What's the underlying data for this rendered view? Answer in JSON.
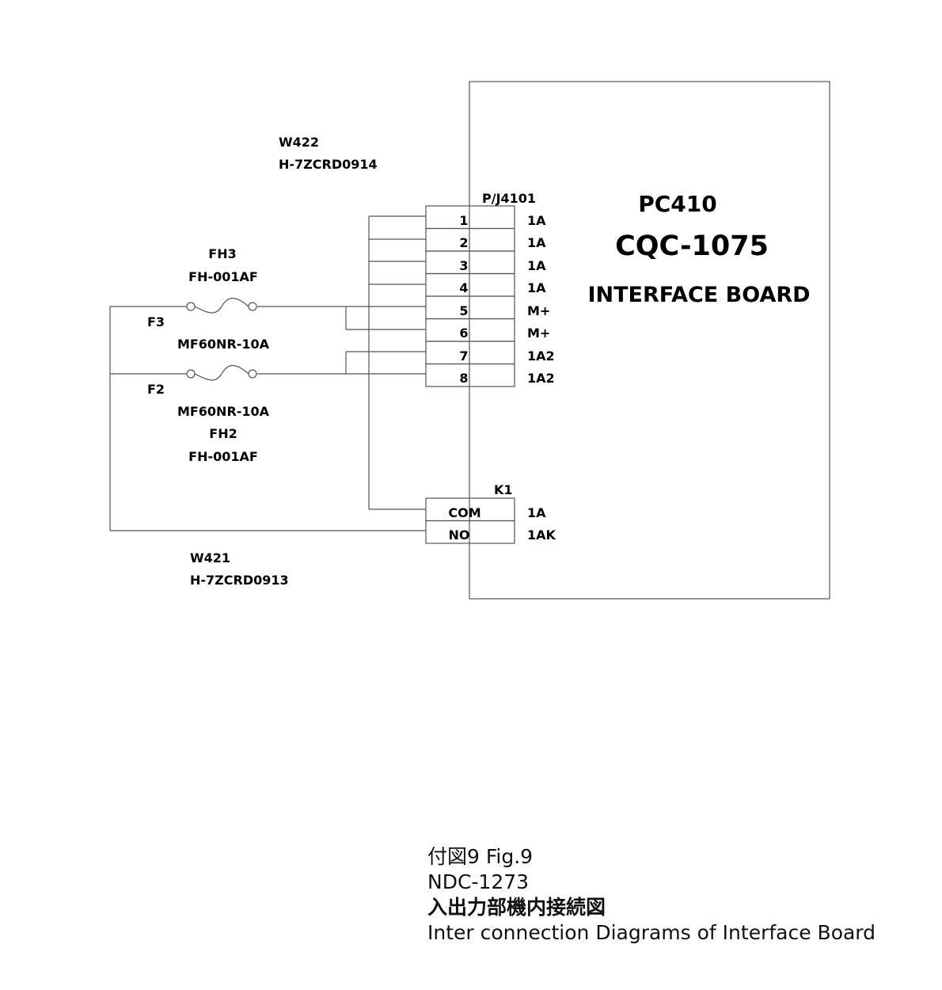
{
  "board": {
    "title": "PC410",
    "model": "CQC-1075",
    "subtitle": "INTERFACE BOARD"
  },
  "cables": {
    "w422": {
      "name": "W422",
      "part": "H-7ZCRD0914"
    },
    "w421": {
      "name": "W421",
      "part": "H-7ZCRD0913"
    }
  },
  "connector": {
    "name": "P/J4101",
    "pins": [
      {
        "num": "1",
        "signal": "1A"
      },
      {
        "num": "2",
        "signal": "1A"
      },
      {
        "num": "3",
        "signal": "1A"
      },
      {
        "num": "4",
        "signal": "1A"
      },
      {
        "num": "5",
        "signal": "M+"
      },
      {
        "num": "6",
        "signal": "M+"
      },
      {
        "num": "7",
        "signal": "1A2"
      },
      {
        "num": "8",
        "signal": "1A2"
      }
    ]
  },
  "fuses": {
    "f3": {
      "ref": "F3",
      "holder_ref": "FH3",
      "holder": "FH-001AF",
      "part": "MF60NR-10A"
    },
    "f2": {
      "ref": "F2",
      "holder_ref": "FH2",
      "holder": "FH-001AF",
      "part": "MF60NR-10A"
    }
  },
  "relay": {
    "name": "K1",
    "pins": [
      {
        "name": "COM",
        "signal": "1A"
      },
      {
        "name": "NO",
        "signal": "1AK"
      }
    ]
  },
  "caption": {
    "figure": "付図9 Fig.9",
    "doc": "NDC-1273",
    "title_jp": "入出力部機内接続図",
    "title_en": "Inter connection Diagrams of Interface Board"
  }
}
